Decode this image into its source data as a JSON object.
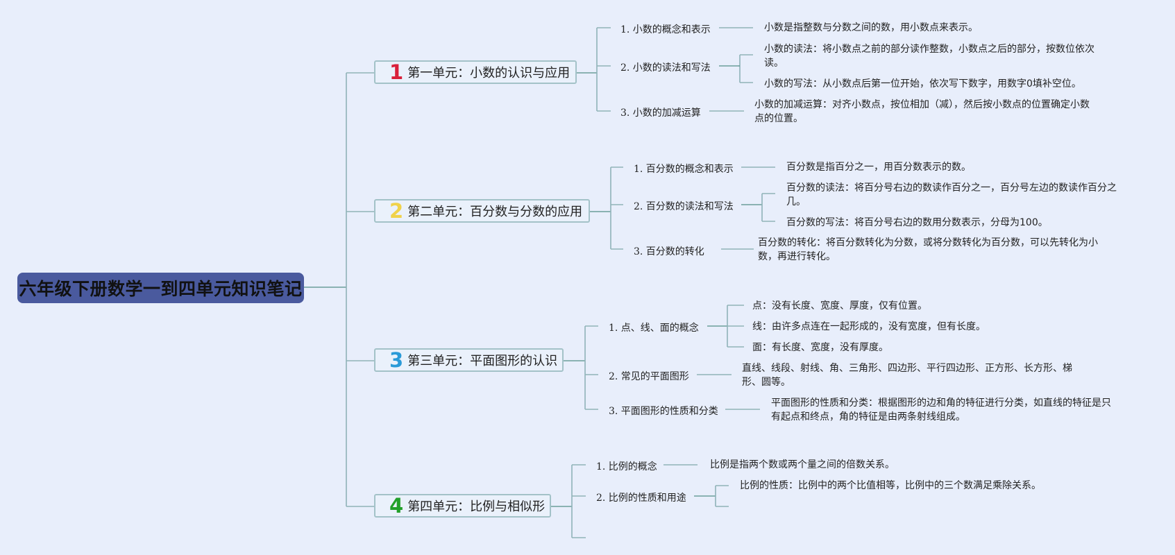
{
  "root": {
    "title": "六年级下册数学一到四单元知识笔记"
  },
  "colors": {
    "background": "#e8eefb",
    "root_fill": "#4a5a9e",
    "line": "#8fb3b8",
    "trunk": "#6a9e9a",
    "unit1": "#d9203a",
    "unit2": "#f0d24a",
    "unit3": "#2a9ad8",
    "unit4": "#22a02a"
  },
  "units": [
    {
      "num": "1",
      "title": "第一单元：小数的认识与应用",
      "topics": [
        {
          "label": "1. 小数的概念和表示",
          "notes": [
            "小数是指整数与分数之间的数，用小数点来表示。"
          ]
        },
        {
          "label": "2. 小数的读法和写法",
          "notes": [
            "小数的读法：将小数点之前的部分读作整数，小数点之后的部分，按数位依次读。",
            "小数的写法：从小数点后第一位开始，依次写下数字，用数字0填补空位。"
          ]
        },
        {
          "label": "3. 小数的加减运算",
          "notes": [
            "小数的加减运算：对齐小数点，按位相加（减），然后按小数点的位置确定小数点的位置。"
          ]
        }
      ]
    },
    {
      "num": "2",
      "title": "第二单元：百分数与分数的应用",
      "topics": [
        {
          "label": "1. 百分数的概念和表示",
          "notes": [
            "百分数是指百分之一，用百分数表示的数。"
          ]
        },
        {
          "label": "2. 百分数的读法和写法",
          "notes": [
            "百分数的读法：将百分号右边的数读作百分之一，百分号左边的数读作百分之几。",
            "百分数的写法：将百分号右边的数用分数表示，分母为100。"
          ]
        },
        {
          "label": "3. 百分数的转化",
          "notes": [
            "百分数的转化：将百分数转化为分数，或将分数转化为百分数，可以先转化为小数，再进行转化。"
          ]
        }
      ]
    },
    {
      "num": "3",
      "title": "第三单元：平面图形的认识",
      "topics": [
        {
          "label": "1. 点、线、面的概念",
          "notes": [
            "点：没有长度、宽度、厚度，仅有位置。",
            "线：由许多点连在一起形成的，没有宽度，但有长度。",
            "面：有长度、宽度，没有厚度。"
          ]
        },
        {
          "label": "2. 常见的平面图形",
          "notes": [
            "直线、线段、射线、角、三角形、四边形、平行四边形、正方形、长方形、梯形、圆等。"
          ]
        },
        {
          "label": "3. 平面图形的性质和分类",
          "notes": [
            "平面图形的性质和分类：根据图形的边和角的特征进行分类，如直线的特征是只有起点和终点，角的特征是由两条射线组成。"
          ]
        }
      ]
    },
    {
      "num": "4",
      "title": "第四单元：比例与相似形",
      "topics": [
        {
          "label": "1. 比例的概念",
          "notes": [
            "比例是指两个数或两个量之间的倍数关系。"
          ]
        },
        {
          "label": "2. 比例的性质和用途",
          "notes": [
            "比例的性质：比例中的两个比值相等，比例中的三个数满足乘除关系。",
            ""
          ]
        },
        {
          "label": "",
          "notes": []
        }
      ]
    }
  ]
}
